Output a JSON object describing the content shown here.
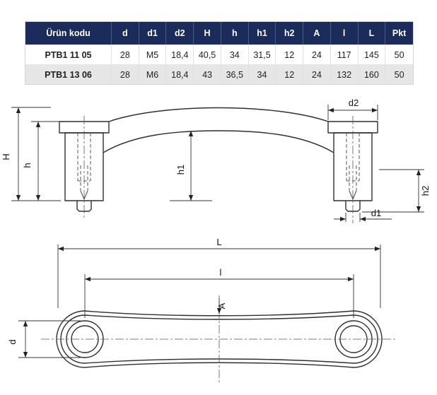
{
  "colors": {
    "header_bg": "#1b2b5c",
    "header_text": "#ffffff",
    "row_alt_bg": "#e6e6e6",
    "line": "#2f2f2f"
  },
  "table": {
    "headers": [
      "Ürün kodu",
      "d",
      "d1",
      "d2",
      "H",
      "h",
      "h1",
      "h2",
      "A",
      "l",
      "L",
      "Pkt"
    ],
    "rows": [
      [
        "PTB1 11 05",
        "28",
        "M5",
        "18,4",
        "40,5",
        "34",
        "31,5",
        "12",
        "24",
        "117",
        "145",
        "50"
      ],
      [
        "PTB1 13 06",
        "28",
        "M6",
        "18,4",
        "43",
        "36,5",
        "34",
        "12",
        "24",
        "132",
        "160",
        "50"
      ]
    ]
  },
  "front_view": {
    "labels": {
      "H": "H",
      "h": "h",
      "h1": "h1",
      "h2": "h2",
      "d1": "d1",
      "d2": "d2"
    }
  },
  "top_view": {
    "labels": {
      "L": "L",
      "l": "l",
      "A": "A",
      "d": "d"
    }
  }
}
